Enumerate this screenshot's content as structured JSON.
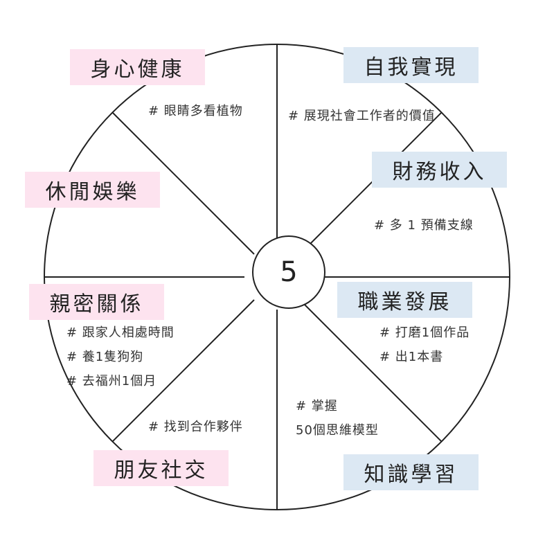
{
  "center": {
    "value": "5"
  },
  "categories": {
    "health": {
      "label": "身心健康",
      "notes": [
        "# 眼睛多看植物"
      ]
    },
    "self": {
      "label": "自我實現",
      "notes": [
        "# 展現社會工作者的價值"
      ]
    },
    "finance": {
      "label": "財務收入",
      "notes": [
        "#  多 1 預備支線"
      ]
    },
    "leisure": {
      "label": "休閒娛樂",
      "notes": []
    },
    "intimate": {
      "label": "親密關係",
      "notes": [
        "# 跟家人相處時間",
        "# 養1隻狗狗",
        "#  去福州1個月"
      ]
    },
    "career": {
      "label": "職業發展",
      "notes": [
        "#  打磨1個作品",
        "#  出1本書"
      ]
    },
    "social": {
      "label": "朋友社交",
      "notes": [
        "# 找到合作夥伴"
      ]
    },
    "learning": {
      "label": "知識學習",
      "notes": [
        "# 掌握",
        "50個思維模型"
      ]
    }
  },
  "colors": {
    "pink": "#fde3ef",
    "blue": "#dce8f3",
    "line": "#222222"
  }
}
